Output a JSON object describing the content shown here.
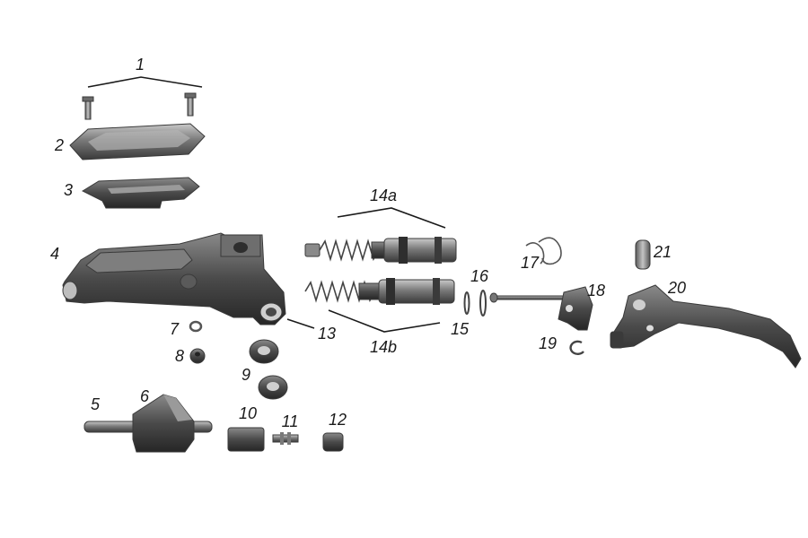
{
  "labels": {
    "l1": "1",
    "l2": "2",
    "l3": "3",
    "l4": "4",
    "l5": "5",
    "l6": "6",
    "l7": "7",
    "l8": "8",
    "l9": "9",
    "l10": "10",
    "l11": "11",
    "l12": "12",
    "l13": "13",
    "l14a": "14a",
    "l14b": "14b",
    "l15": "15",
    "l16": "16",
    "l17": "17",
    "l18": "18",
    "l19": "19",
    "l20": "20",
    "l21": "21"
  },
  "colors": {
    "part_dark": "#3c3c3c",
    "part_mid": "#6e6e6e",
    "part_light": "#b8b8b8",
    "label": "#1a1a1a",
    "background": "#ffffff"
  }
}
